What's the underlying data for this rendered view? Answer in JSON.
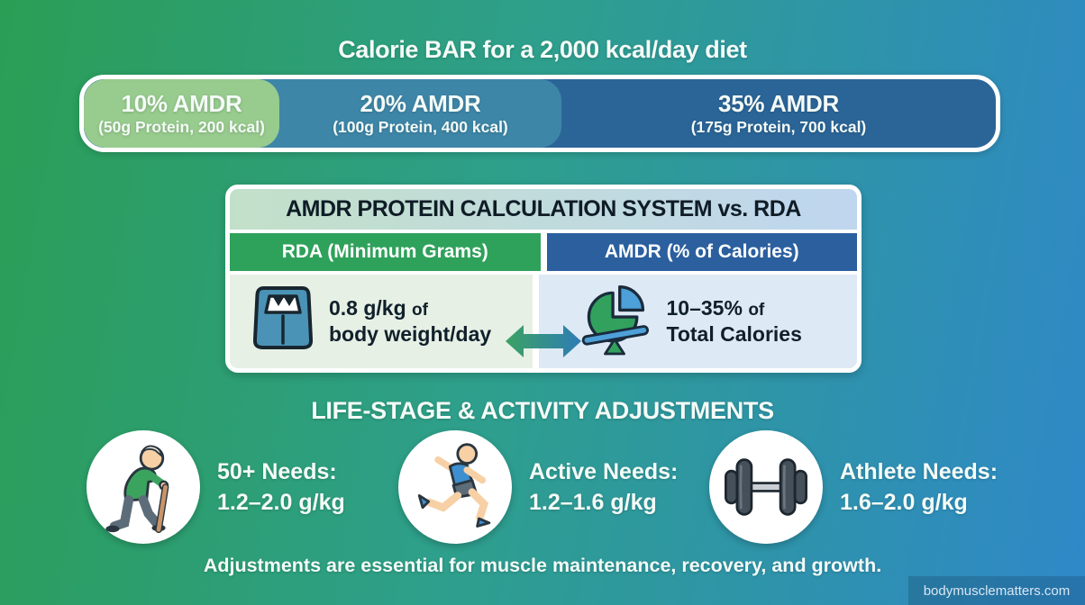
{
  "page": {
    "title": "Calorie BAR for a 2,000 kcal/day diet",
    "section_heading": "LIFE-STAGE & ACTIVITY ADJUSTMENTS",
    "footer_note": "Adjustments are essential for muscle maintenance, recovery, and growth.",
    "watermark": "bodymusclematters.com"
  },
  "calorie_bar": {
    "segments": [
      {
        "label": "10% AMDR",
        "detail": "(50g Protein, 200 kcal)",
        "color": "#98cb8e"
      },
      {
        "label": "20% AMDR",
        "detail": "(100g Protein, 400 kcal)",
        "color": "#3e86a8"
      },
      {
        "label": "35% AMDR",
        "detail": "(175g Protein, 700 kcal)",
        "color": "#2b6598"
      }
    ]
  },
  "comparison_table": {
    "title": "AMDR PROTEIN CALCULATION SYSTEM vs. RDA",
    "rda": {
      "header": "RDA (Minimum Grams)",
      "header_color": "#2ea15a",
      "value": "0.8 g/kg",
      "value_suffix": "of",
      "value_line2": "body weight/day",
      "icon": "scale-icon"
    },
    "amdr": {
      "header": "AMDR (% of Calories)",
      "header_color": "#2b5f9e",
      "value": "10–35%",
      "value_suffix": "of",
      "value_line2": "Total Calories",
      "icon": "pie-balance-icon"
    }
  },
  "adjustments": [
    {
      "icon": "elderly-icon",
      "line1": "50+ Needs:",
      "line2": "1.2–2.0 g/kg"
    },
    {
      "icon": "runner-icon",
      "line1": "Active Needs:",
      "line2": "1.2–1.6 g/kg"
    },
    {
      "icon": "dumbbell-icon",
      "line1": "Athlete Needs:",
      "line2": "1.6–2.0 g/kg"
    }
  ],
  "colors": {
    "background_left": "#2b9e55",
    "background_right": "#2f88c8",
    "table_title_gradient": [
      "#c2e0c9",
      "#bfd6ef"
    ],
    "arrow_gradient": [
      "#3ba263",
      "#2e7cb5"
    ]
  }
}
